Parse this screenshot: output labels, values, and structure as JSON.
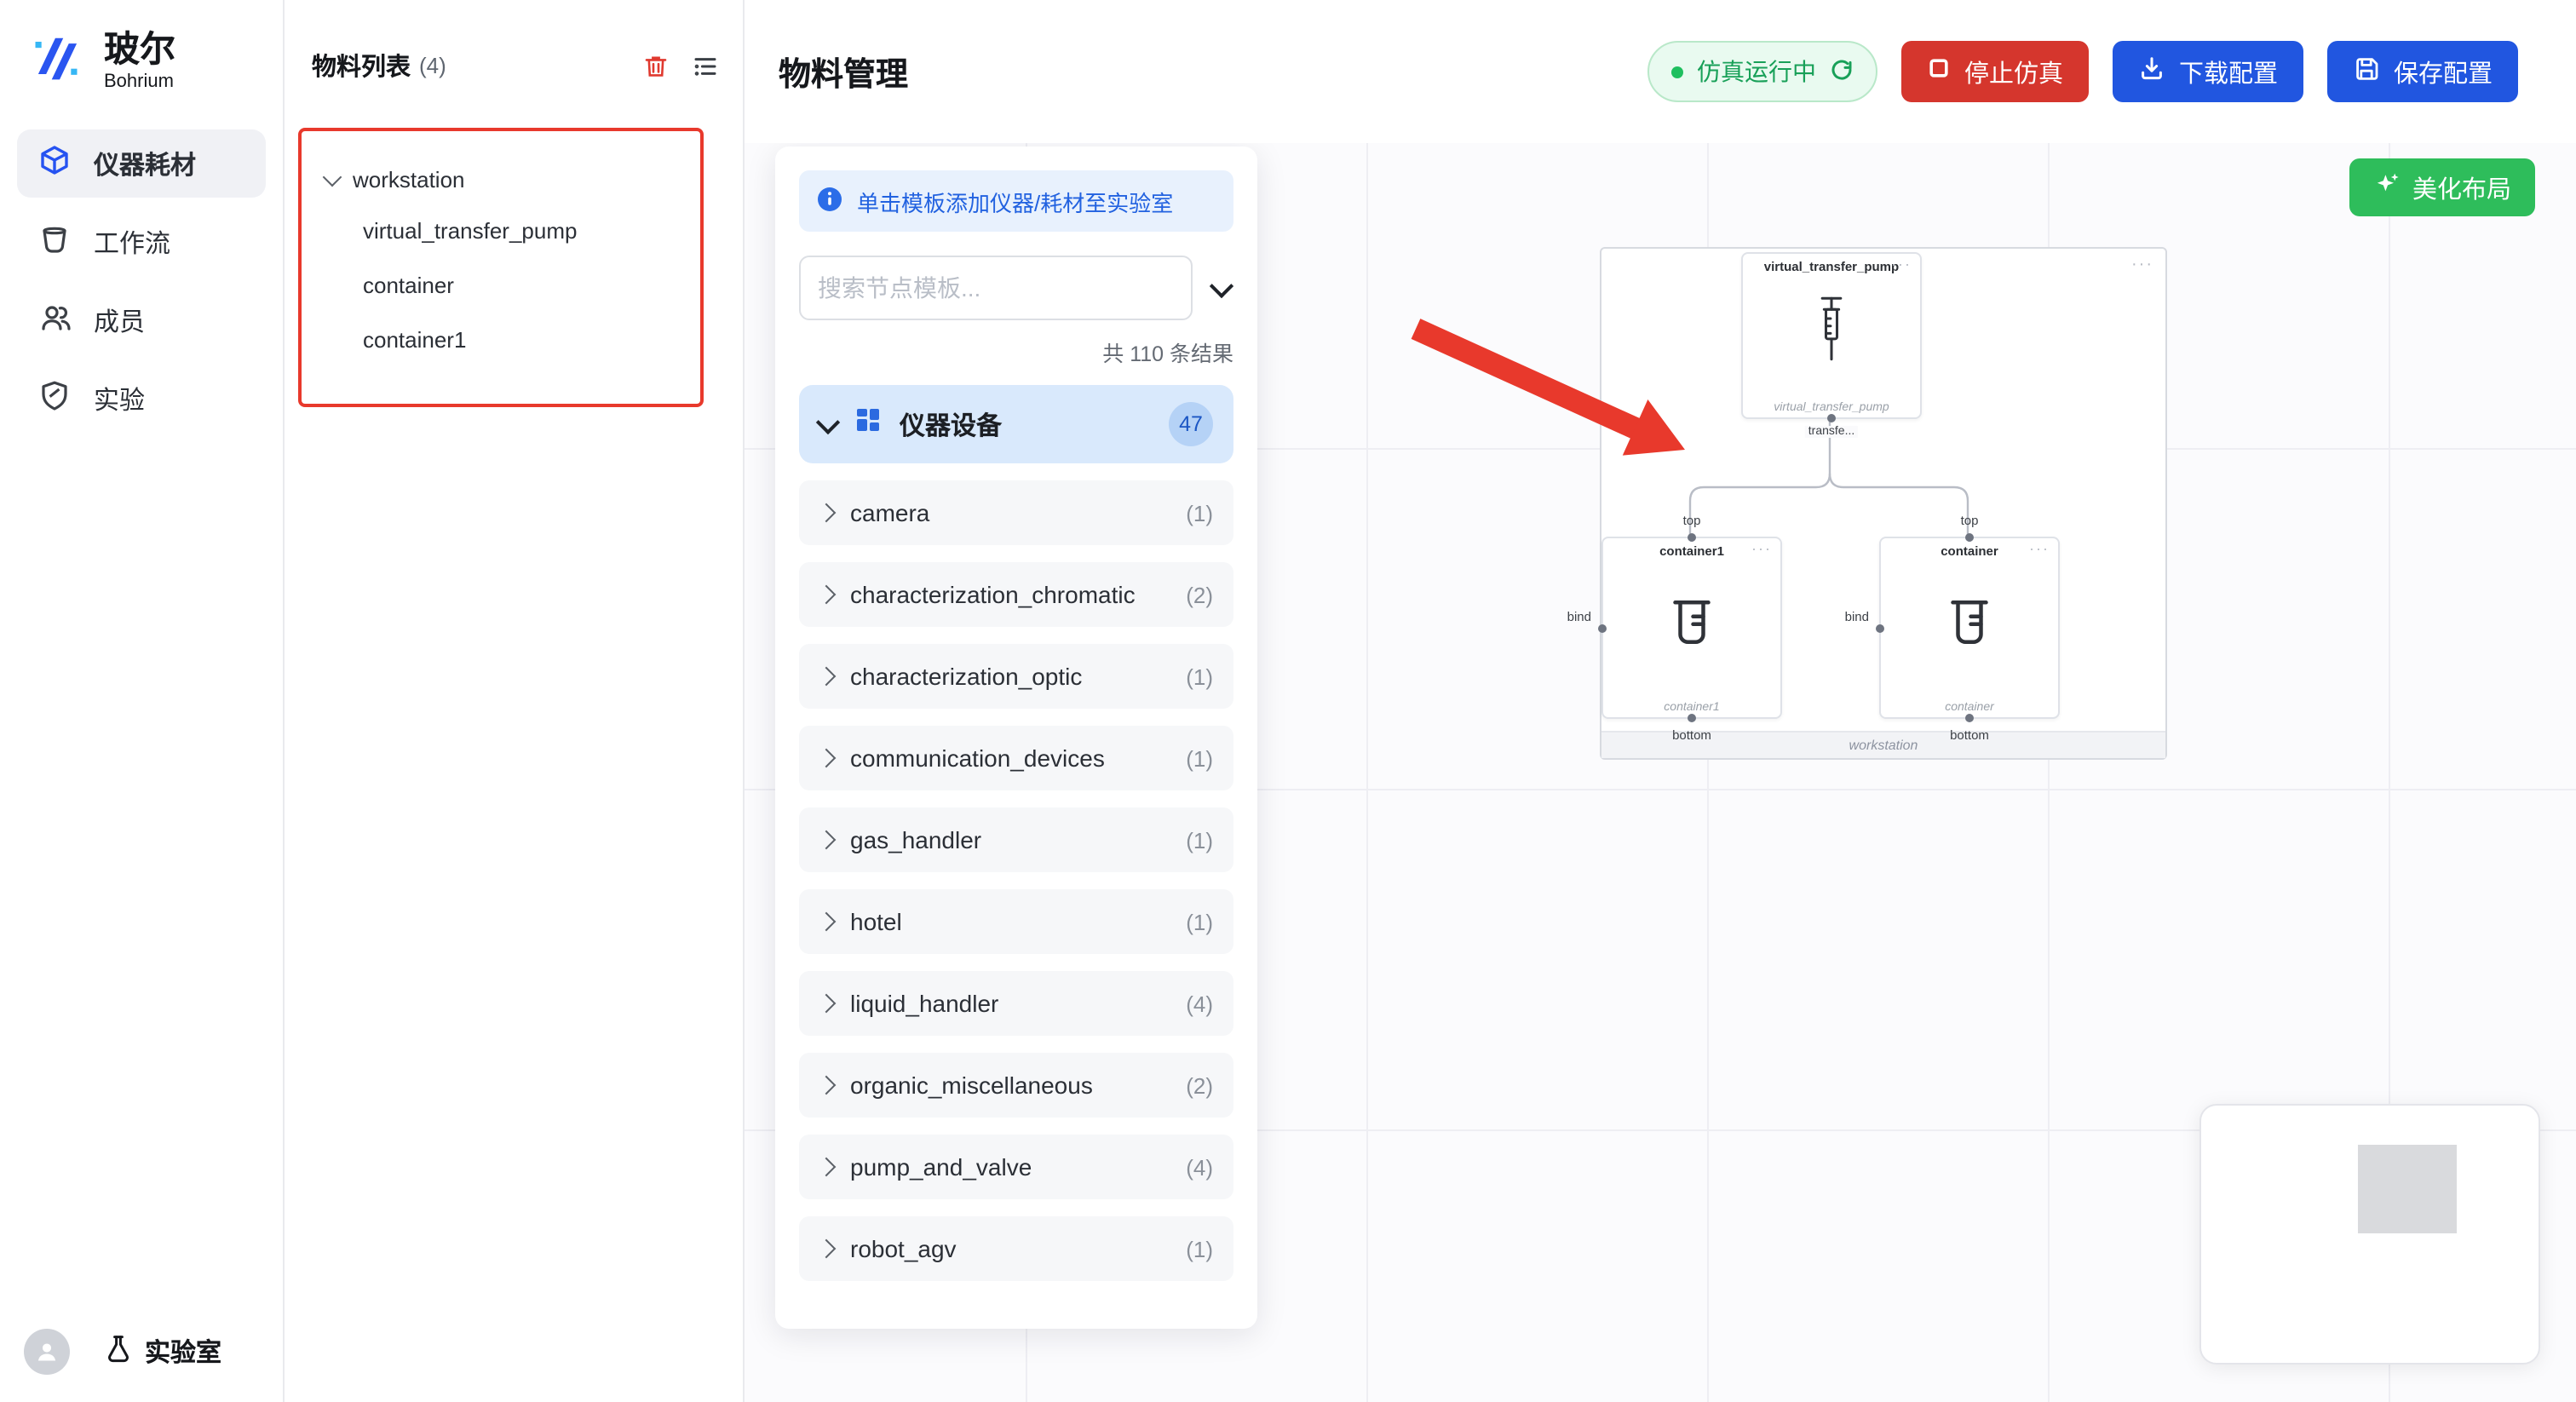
{
  "colors": {
    "primary_blue": "#2156e0",
    "danger_red": "#d5362d",
    "success_green": "#2ebd5b",
    "status_green": "#18a058",
    "annotation_red": "#e8392c",
    "category_blue_bg": "#d9e9fc"
  },
  "icons": {
    "more": "···"
  },
  "brand": {
    "name": "玻尔",
    "subtitle": "Bohrium"
  },
  "sidebar": {
    "items": [
      {
        "label": "仪器耗材"
      },
      {
        "label": "工作流"
      },
      {
        "label": "成员"
      },
      {
        "label": "实验"
      }
    ],
    "lab": "实验室"
  },
  "material_panel": {
    "title": "物料列表",
    "count": "(4)",
    "tree": {
      "root": "workstation",
      "children": [
        {
          "label": "virtual_transfer_pump"
        },
        {
          "label": "container"
        },
        {
          "label": "container1"
        }
      ]
    }
  },
  "header": {
    "title": "物料管理",
    "status_label": "仿真运行中",
    "stop_label": "停止仿真",
    "download_label": "下载配置",
    "save_label": "保存配置"
  },
  "template_panel": {
    "banner": "单击模板添加仪器/耗材至实验室",
    "search_placeholder": "搜索节点模板...",
    "results_summary": "共 110 条结果",
    "category": {
      "label": "仪器设备",
      "count": "47"
    },
    "items": [
      {
        "label": "camera",
        "count": "(1)"
      },
      {
        "label": "characterization_chromatic",
        "count": "(2)"
      },
      {
        "label": "characterization_optic",
        "count": "(1)"
      },
      {
        "label": "communication_devices",
        "count": "(1)"
      },
      {
        "label": "gas_handler",
        "count": "(1)"
      },
      {
        "label": "hotel",
        "count": "(1)"
      },
      {
        "label": "liquid_handler",
        "count": "(4)"
      },
      {
        "label": "organic_miscellaneous",
        "count": "(2)"
      },
      {
        "label": "pump_and_valve",
        "count": "(4)"
      },
      {
        "label": "robot_agv",
        "count": "(1)"
      }
    ]
  },
  "canvas": {
    "beautify_label": "美化布局",
    "group_label": "workstation",
    "pump": {
      "title": "virtual_transfer_pump",
      "subtitle": "virtual_transfer_pump",
      "out_port": "transfe..."
    },
    "nodes": [
      {
        "title": "container1",
        "subtitle": "container1",
        "top": "top",
        "bottom": "bottom",
        "bind": "bind"
      },
      {
        "title": "container",
        "subtitle": "container",
        "top": "top",
        "bottom": "bottom",
        "bind": "bind"
      }
    ]
  }
}
